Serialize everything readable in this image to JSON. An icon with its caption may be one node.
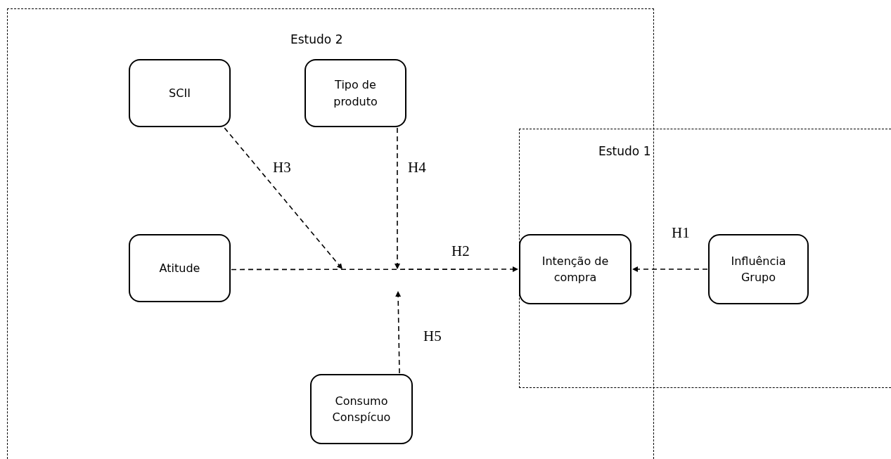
{
  "diagram": {
    "nodes": [
      {
        "text": [
          "Estudo 2"
        ]
      },
      {
        "text": [
          "SCII"
        ],
        "in": 0
      },
      {
        "text": [
          "Tipo de produto"
        ],
        "in": 0
      },
      {
        "text": [
          "Atitude"
        ],
        "in": 0
      },
      {
        "text": [
          "Consumo Conspícuo"
        ],
        "in": 0
      },
      {
        "text": [
          "Estudo 1"
        ]
      },
      {
        "text": [
          "Intenção de compra"
        ]
      },
      {
        "text": [
          "Influência Grupo"
        ],
        "in": 5
      }
    ],
    "edges": [
      {
        "from": 3,
        "to": 6,
        "arrow": "to",
        "label": "H2"
      },
      {
        "from": 1,
        "to": null,
        "arrow": "to",
        "label": "H3"
      },
      {
        "from": 2,
        "to": null,
        "arrow": "to",
        "label": "H4"
      },
      {
        "from": 4,
        "to": null,
        "arrow": "to",
        "label": "H5"
      },
      {
        "from": 7,
        "to": 6,
        "arrow": "to",
        "label": "H1"
      }
    ]
  }
}
